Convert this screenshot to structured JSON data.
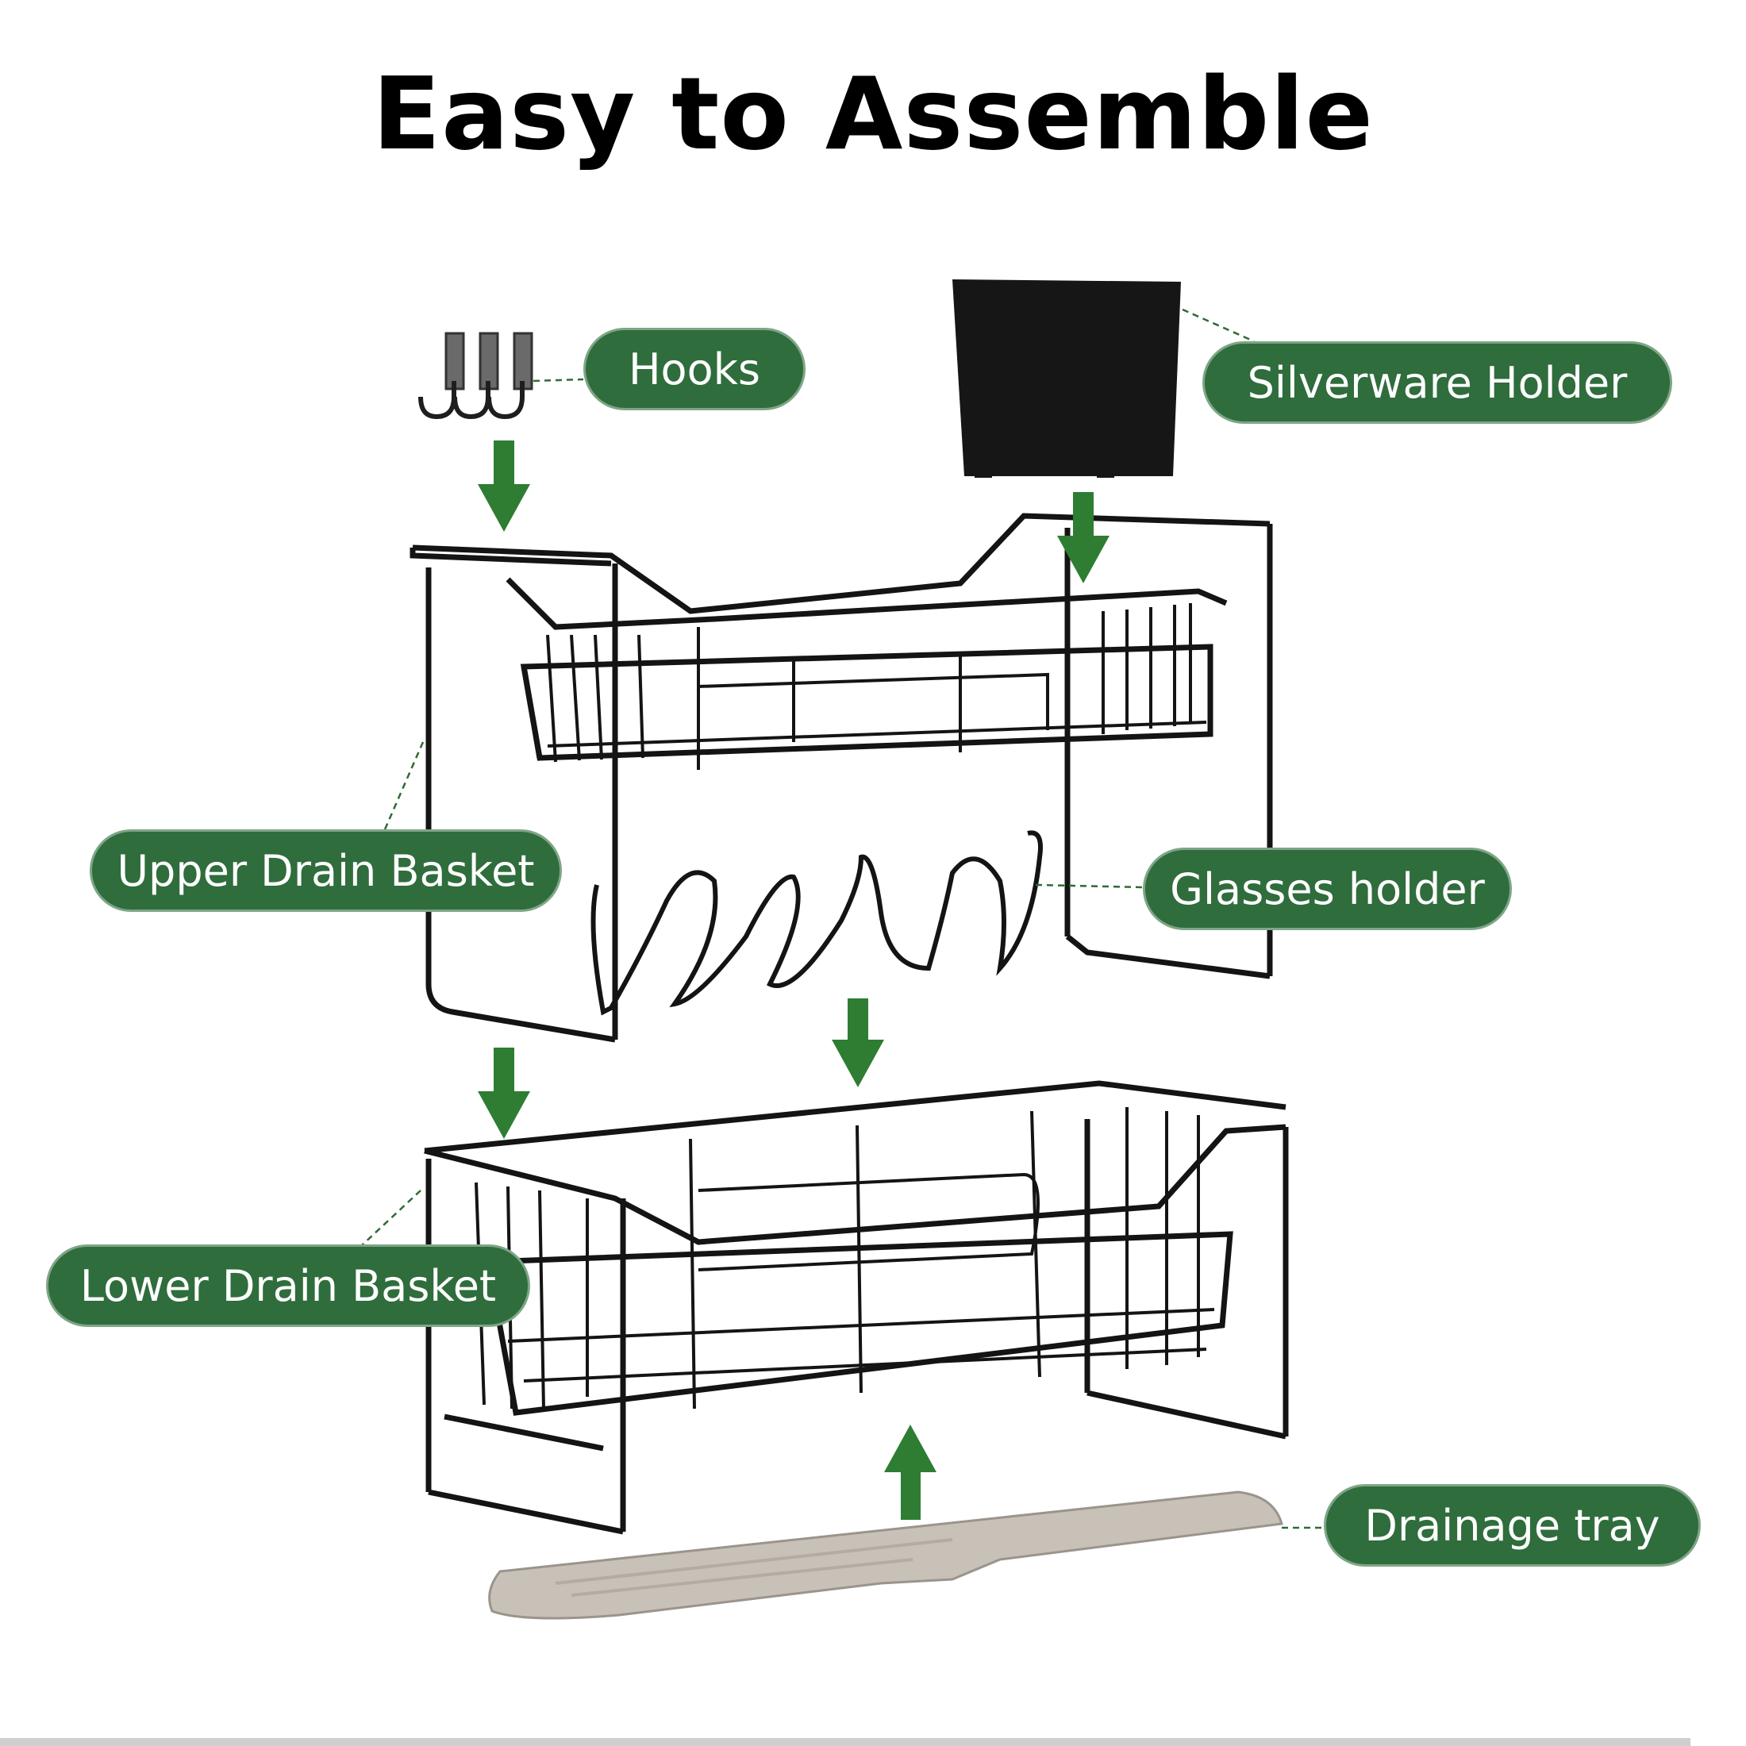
{
  "title": "Easy to Assemble",
  "labels": {
    "hooks": "Hooks",
    "silverware_holder": "Silverware Holder",
    "upper_drain_basket": "Upper Drain Basket",
    "glasses_holder": "Glasses holder",
    "lower_drain_basket": "Lower Drain Basket",
    "drainage_tray": "Drainage tray"
  },
  "colors": {
    "label_fill": "#2f6d3c",
    "arrow_fill": "#2e7d32",
    "metal": "#1a1a1a",
    "tray": "#c8c1b8"
  },
  "icons": [
    "down-arrow-icon",
    "up-arrow-icon"
  ]
}
